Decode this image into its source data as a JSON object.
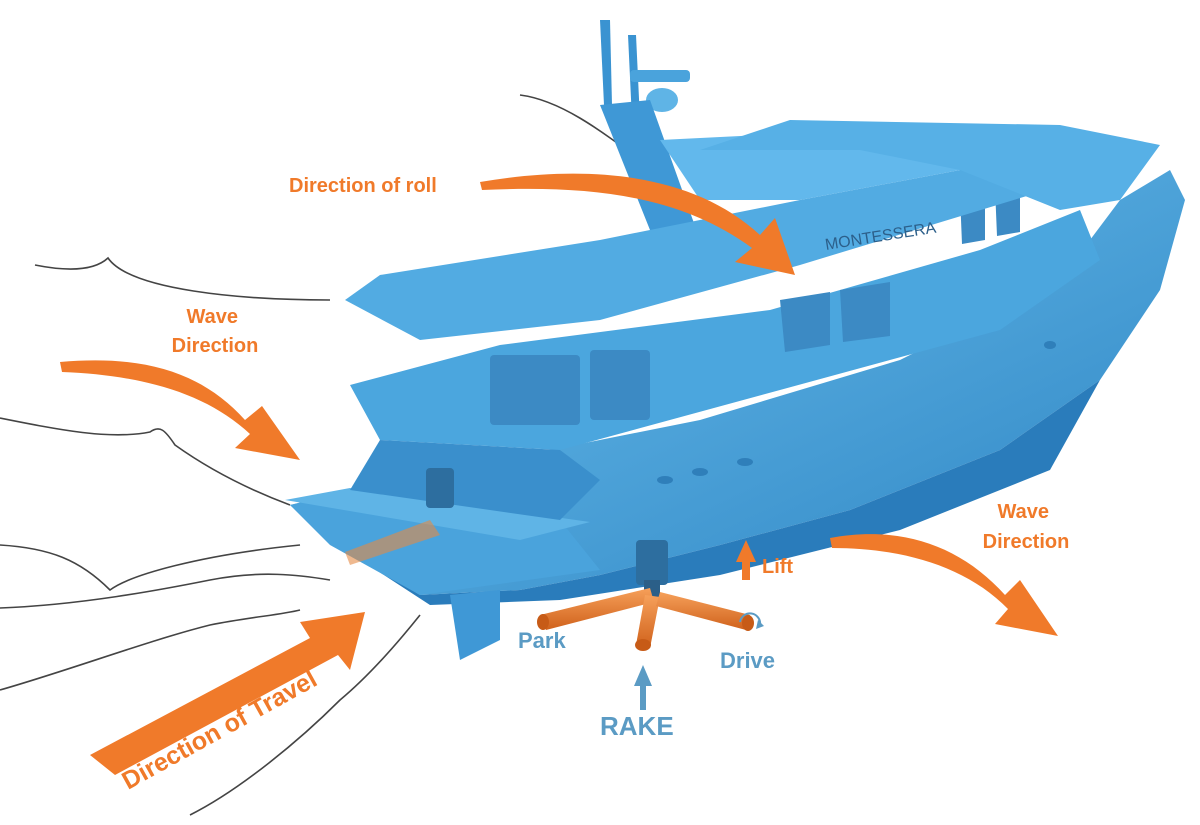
{
  "colors": {
    "accent_orange": "#f07a2a",
    "label_blue": "#5b9bc4",
    "hull_blue": "#4aa3dc",
    "hull_dark": "#2f86c4",
    "wave_line": "#444444"
  },
  "boat": {
    "name": "MONTESSERA"
  },
  "labels": {
    "direction_of_roll": "Direction of roll",
    "wave_direction_left_line1": "Wave",
    "wave_direction_left_line2": "Direction",
    "wave_direction_right_line1": "Wave",
    "wave_direction_right_line2": "Direction",
    "lift": "Lift",
    "park": "Park",
    "drive": "Drive",
    "rake": "RAKE",
    "direction_of_travel": "Direction of Travel"
  }
}
